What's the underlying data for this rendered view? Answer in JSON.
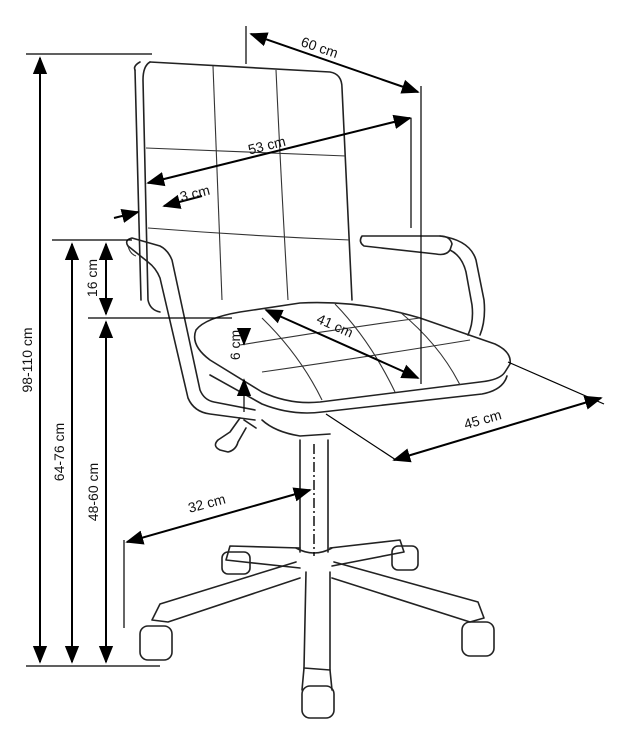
{
  "diagram": {
    "subject": "office-chair-dimensions",
    "colors": {
      "line": "#000000",
      "background": "#ffffff"
    },
    "dimensions": {
      "depth_top": "60 cm",
      "backrest_width": "53 cm",
      "backrest_thickness": "3 cm",
      "armrest_height": "16 cm",
      "seat_depth": "41 cm",
      "seat_thickness": "6 cm",
      "seat_width": "45 cm",
      "base_radius": "32 cm",
      "total_height": "98-110 cm",
      "armrest_floor_height": "64-76 cm",
      "seat_height": "48-60 cm"
    }
  }
}
